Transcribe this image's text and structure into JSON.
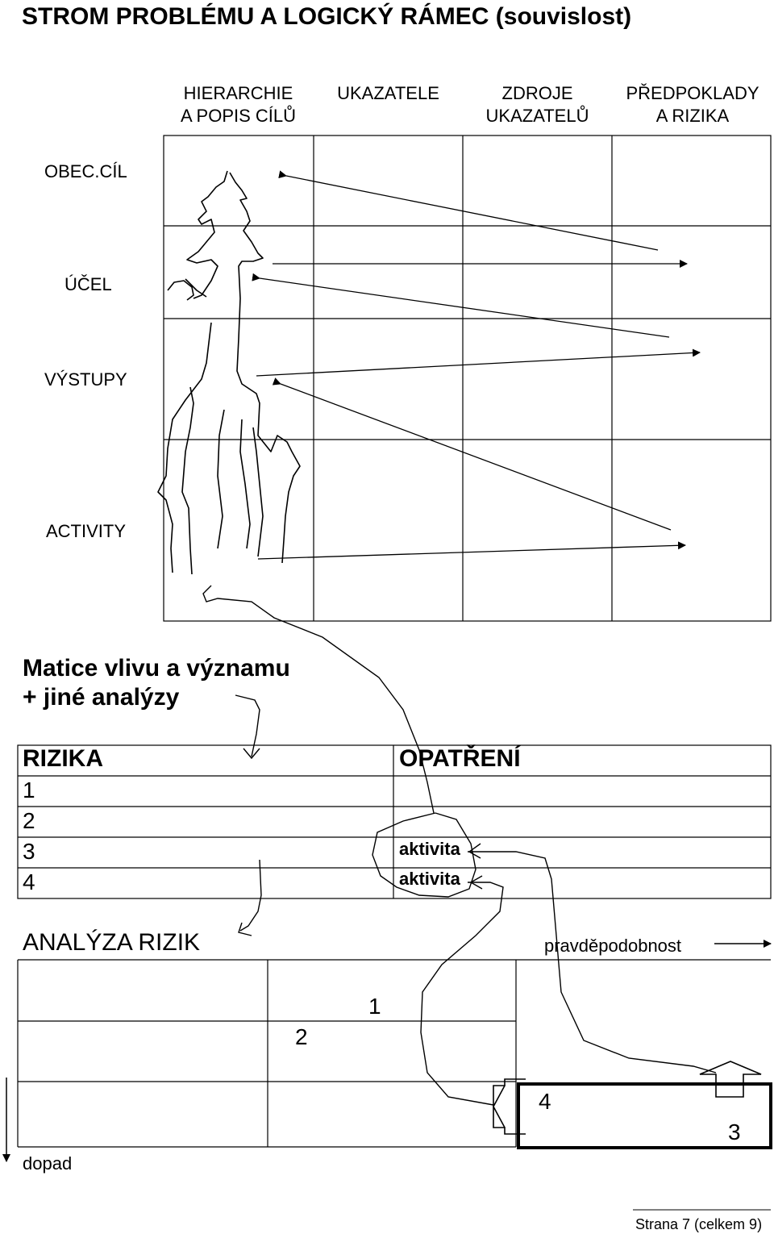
{
  "title": "STROM PROBLÉMU A LOGICKÝ RÁMEC (souvislost)",
  "logframe": {
    "columns": [
      "HIERARCHIE\nA POPIS CÍLŮ",
      "UKAZATELE",
      "ZDROJE\nUKAZATELŮ",
      "PŘEDPOKLADY\nA RIZIKA"
    ],
    "rows": [
      "OBEC.CÍL",
      "ÚČEL",
      "VÝSTUPY",
      "ACTIVITY"
    ]
  },
  "analysis_note": {
    "line1": "Matice vlivu a významu",
    "line2": "+ jiné analýzy"
  },
  "risk_table": {
    "left_header": "RIZIKA",
    "risks": [
      "1",
      "2",
      "3",
      "4"
    ],
    "right_header": "OPATŘENÍ",
    "measures": [
      "aktivita",
      "aktivita"
    ]
  },
  "risk_analysis": {
    "title": "ANALÝZA RIZIK",
    "x_axis_label": "pravděpodobnost",
    "y_axis_label": "dopad",
    "cell_labels": [
      "1",
      "2",
      "3",
      "4"
    ]
  },
  "footer": "Strana 7 (celkem 9)"
}
